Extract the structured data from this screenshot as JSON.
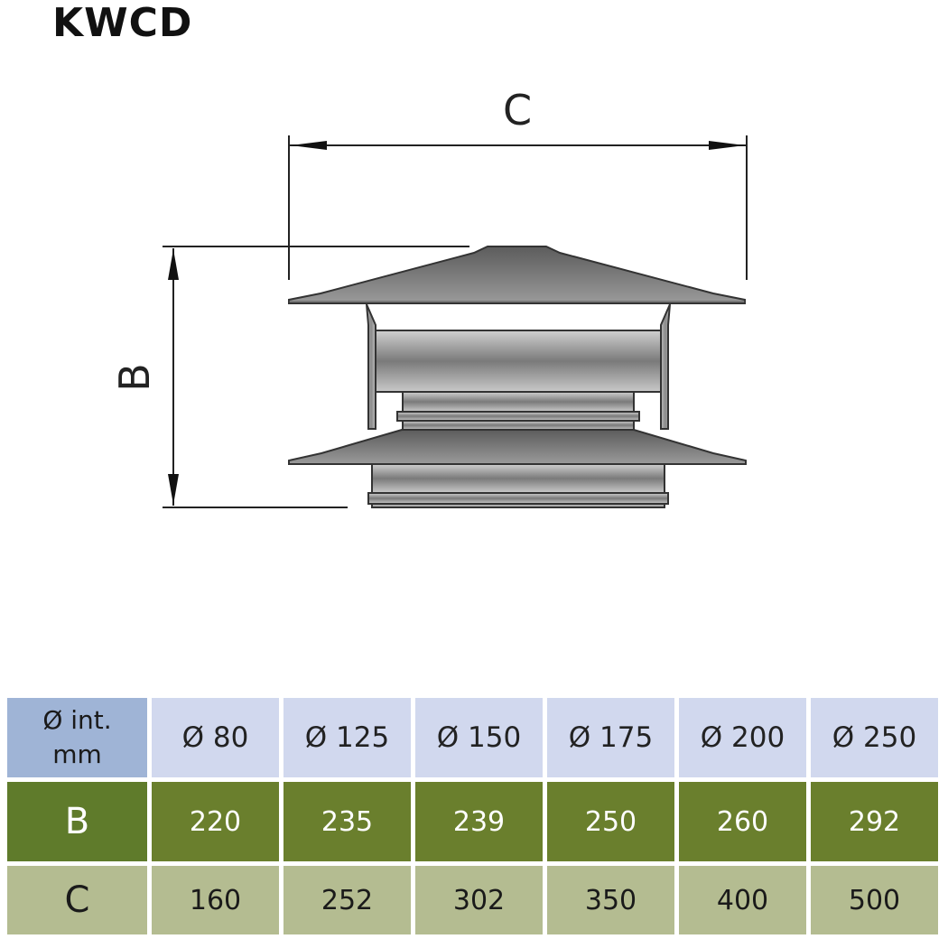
{
  "title": "KWCD",
  "dimension_labels": {
    "c": "C",
    "b": "B"
  },
  "table": {
    "header_first": "Ø int. mm",
    "header_first_line1": "Ø int.",
    "header_first_line2": "mm",
    "diameters": [
      "Ø 80",
      "Ø 125",
      "Ø 150",
      "Ø 175",
      "Ø 200",
      "Ø 250"
    ],
    "rows": [
      {
        "label": "B",
        "values": [
          "220",
          "235",
          "239",
          "250",
          "260",
          "292"
        ]
      },
      {
        "label": "C",
        "values": [
          "160",
          "252",
          "302",
          "350",
          "400",
          "500"
        ]
      }
    ]
  },
  "colors": {
    "header_first_bg": "#9fb4d6",
    "header_bg": "#d1d8ee",
    "row_b_bg": "#6a7f2d",
    "row_c_bg": "#b4bc91"
  }
}
